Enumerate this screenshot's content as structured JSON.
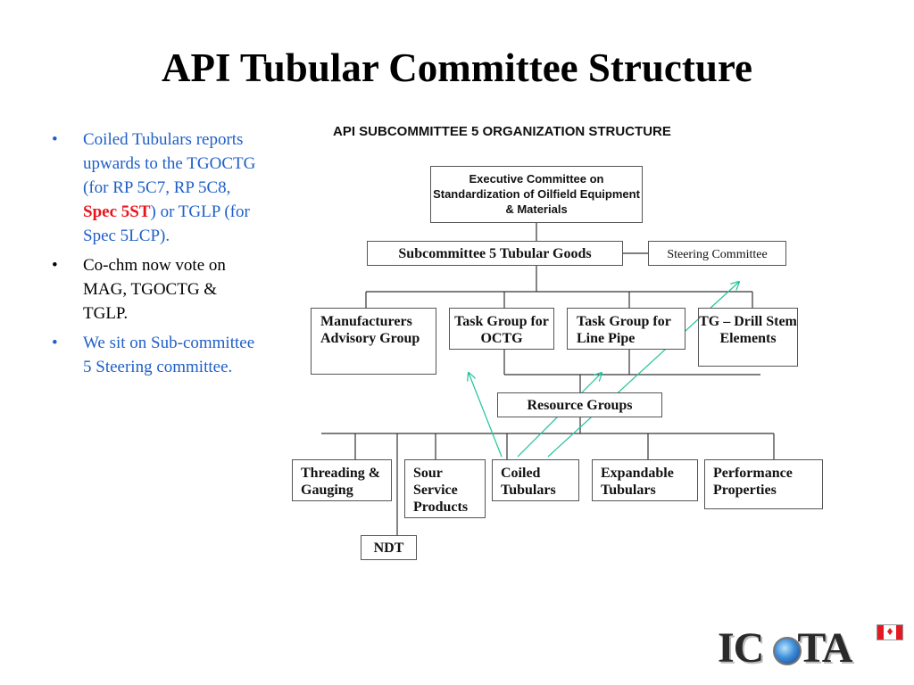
{
  "slide": {
    "title": "API Tubular Committee Structure"
  },
  "bullets": [
    {
      "parts": [
        {
          "text": "Coiled Tubulars reports upwards to the TGOCTG (for RP 5C7, RP 5C8, ",
          "style": "blue"
        },
        {
          "text": "Spec 5ST",
          "style": "red"
        },
        {
          "text": ") or TGLP (for Spec 5LCP).",
          "style": "blue"
        }
      ]
    },
    {
      "parts": [
        {
          "text": "Co-chm now vote on MAG, TGOCTG & TGLP.",
          "style": "black"
        }
      ]
    },
    {
      "parts": [
        {
          "text": "We sit on Sub-committee 5 Steering committee.",
          "style": "blue"
        }
      ]
    }
  ],
  "org_chart": {
    "title": "API SUBCOMMITTEE 5 ORGANIZATION STRUCTURE",
    "executive": "Executive Committee on Standardization of Oilfield Equipment & Materials",
    "subcommittee": "Subcommittee 5 Tubular Goods",
    "steering": "Steering Committee",
    "mag": "Manufacturers Advisory Group",
    "tg_octg": "Task Group for OCTG",
    "tg_linepipe": "Task Group for Line Pipe",
    "tg_drill": "TG – Drill Stem Elements",
    "resource_groups": "Resource Groups",
    "threading": "Threading & Gauging",
    "sour": "Sour Service Products",
    "coiled": "Coiled Tubulars",
    "expandable": "Expandable Tubulars",
    "performance": "Performance Properties",
    "ndt": "NDT",
    "line_color": "#333333",
    "arrow_color": "#1fc39a"
  },
  "logo": {
    "text": "ICoTA",
    "flag": "canada-flag-icon",
    "globe": "globe-icon"
  }
}
